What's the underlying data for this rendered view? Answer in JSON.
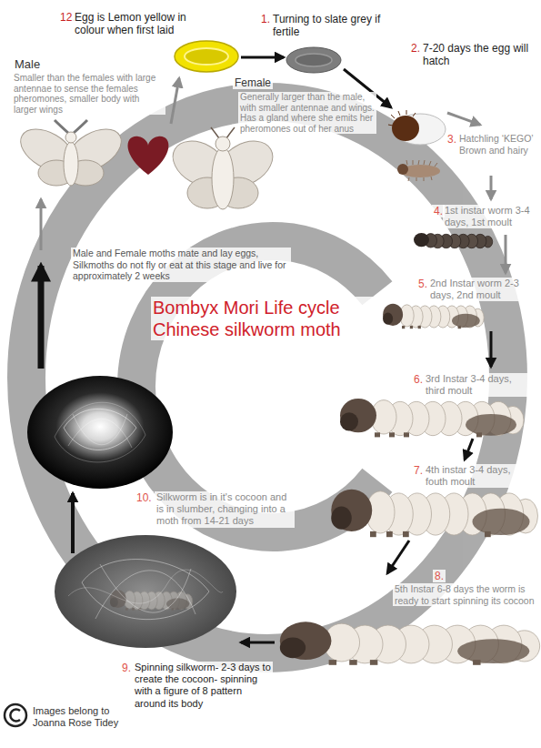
{
  "diagram": {
    "title": "Bombyx Mori Life cycle Chinese silkworm moth",
    "labels": [
      "12.",
      "Egg is Lemon yellow in colour when first laid",
      "1.",
      "Turning to slate grey if fertile",
      "2.",
      "7-20 days the egg will hatch",
      "Male",
      "Smaller than the females with large antennae to sense the females pheromones, smaller body with larger wings",
      "Female",
      "Generally larger than the male, with smaller antennae and wings. Has a gland where she emits her pheromones out of her anus",
      "3.",
      "Hatchling ‘KEGO’ Brown and hairy",
      "4.",
      "1st instar worm 3-4 days, 1st moult",
      "Male and Female moths mate and lay eggs, Silkmoths do not fly or eat at this stage and live for approximately 2 weeks",
      "5.",
      "2nd Instar worm 2-3 days, 2nd moult",
      "6.",
      "3rd Instar 3-4 days, third moult",
      "7.",
      "4th instar 3-4 days, fouth moult",
      "10.",
      "Silkworm is in it's cocoon and is in slumber, changing into a moth from 14-21 days",
      "8.",
      "5th Instar 6-8 days the worm is ready to start spinning its cocoon",
      "9.",
      "Spinning silkworm- 2-3 days to create the cocoon- spinning with a figure of 8 pattern around its body",
      "Images belong to Joanna Rose Tidey"
    ]
  }
}
